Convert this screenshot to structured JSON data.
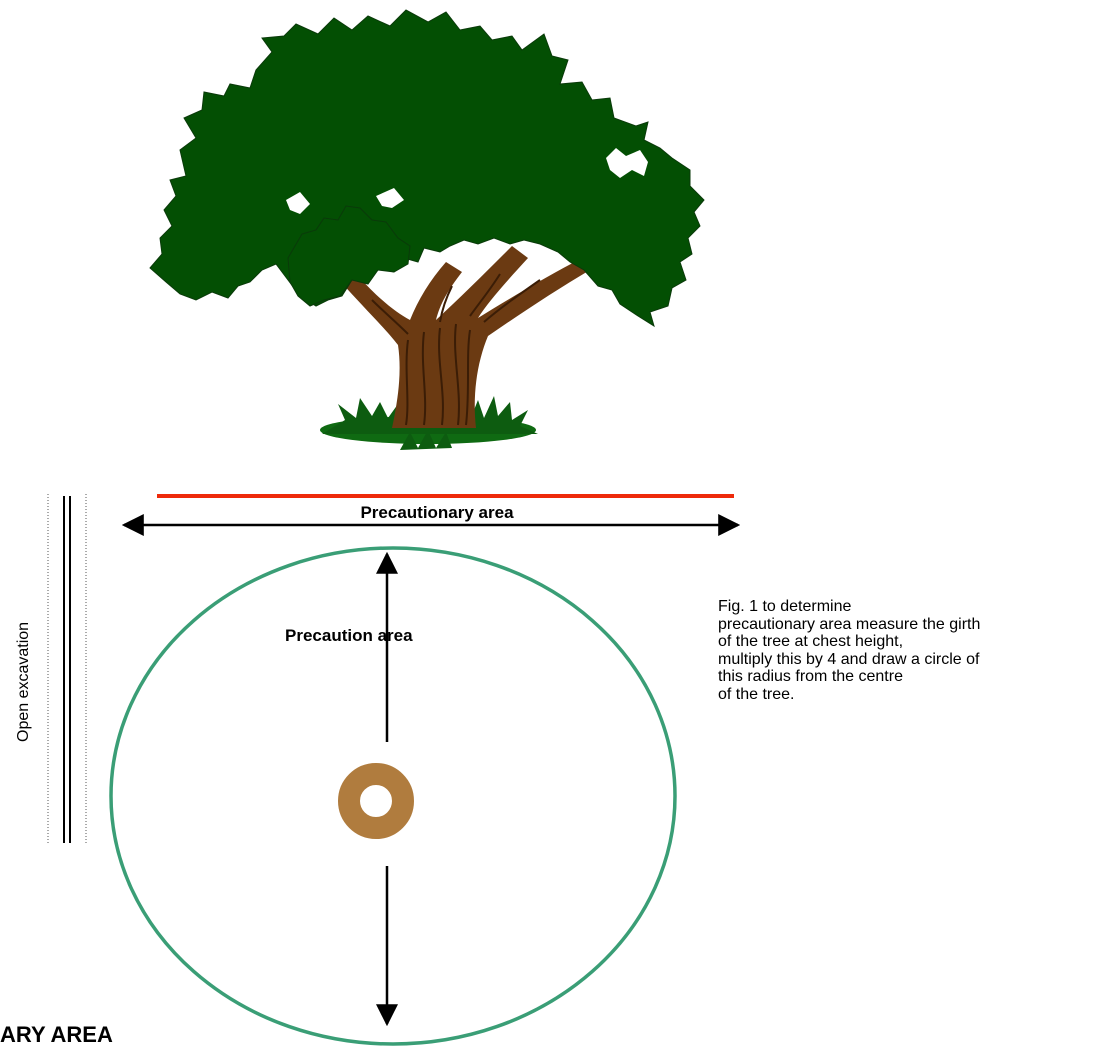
{
  "labels": {
    "precautionary_area": "Precautionary area",
    "precaution_area": "Precaution area",
    "open_excavation": "Open excavation",
    "heading_fragment": "ARY AREA"
  },
  "caption": {
    "lines": [
      "Fig. 1 to determine",
      "precautionary area measure the girth",
      "of the tree at chest height,",
      "multiply this by 4 and draw a circle of",
      "this radius from the centre",
      "of the tree."
    ]
  },
  "colors": {
    "foliage": "#034f03",
    "trunk": "#6b3a12",
    "grass": "#0f6a12",
    "red_line": "#ee2a0a",
    "circle": "#3a9e76",
    "tree_ring": "#b07c3e",
    "arrow": "#000000"
  },
  "icons": {
    "tree": "tree-illustration",
    "trunk_section": "ring-icon"
  }
}
